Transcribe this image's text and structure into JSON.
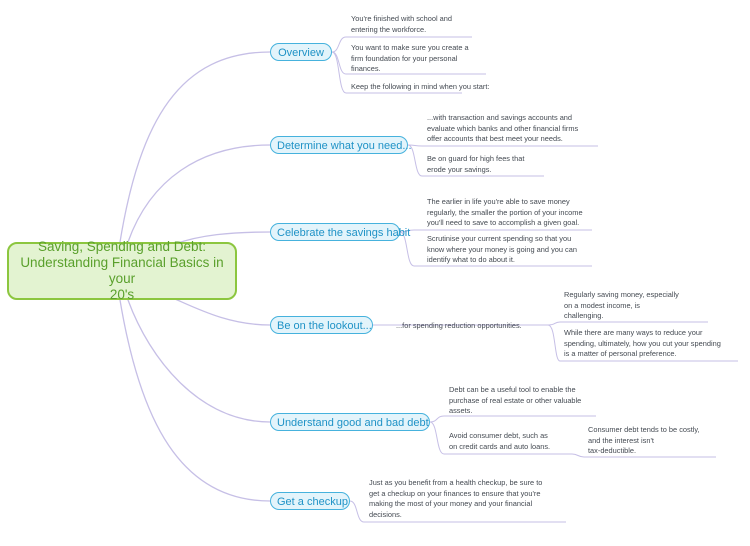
{
  "central_topic": {
    "lines": [
      "Saving, Spending and Debt:",
      "Understanding Financial Basics in your",
      "20's"
    ]
  },
  "topics": [
    {
      "label": "Overview",
      "notes": [
        [
          "You're finished with school and",
          "entering the workforce."
        ],
        [
          "You want to make sure you create a",
          "firm foundation for your personal",
          "finances."
        ],
        [
          "Keep the following in mind when you start:"
        ]
      ]
    },
    {
      "label": "Determine what you need...",
      "notes": [
        [
          "...with transaction and savings accounts and",
          "evaluate which banks and other financial firms",
          "offer accounts that best meet your needs."
        ],
        [
          "Be on guard for high fees that",
          "erode your savings."
        ]
      ]
    },
    {
      "label": "Celebrate the savings habit",
      "notes": [
        [
          "The earlier in life you're able to save money",
          "regularly, the smaller the portion of your income",
          "you'll need to save to accomplish a given goal."
        ],
        [
          "Scrutinise your current spending so that you",
          "know where your money is going and you can",
          "identify what to do about it."
        ]
      ]
    },
    {
      "label": "Be on the lookout...",
      "notes": [
        [
          "...for spending reduction opportunities."
        ]
      ],
      "subnotes": [
        [
          "Regularly saving money, especially",
          "on a modest income, is",
          "challenging."
        ],
        [
          "While there are many ways to reduce your",
          "spending, ultimately, how you cut your spending",
          "is a matter of personal preference."
        ]
      ]
    },
    {
      "label": "Understand good and bad debt",
      "notes": [
        [
          "Debt can be a useful tool to enable the",
          "purchase of real estate or other valuable",
          "assets."
        ],
        [
          "Avoid consumer debt, such as",
          "on credit cards and auto loans."
        ]
      ],
      "subnotes": [
        [
          "Consumer debt tends to be costly,",
          "and the interest isn't",
          "tax-deductible."
        ]
      ]
    },
    {
      "label": "Get a checkup",
      "notes": [
        [
          "Just as you benefit from a health checkup, be sure to",
          "get a checkup on your finances to ensure that you're",
          "making the most of your money and your financial",
          "decisions."
        ]
      ]
    }
  ]
}
